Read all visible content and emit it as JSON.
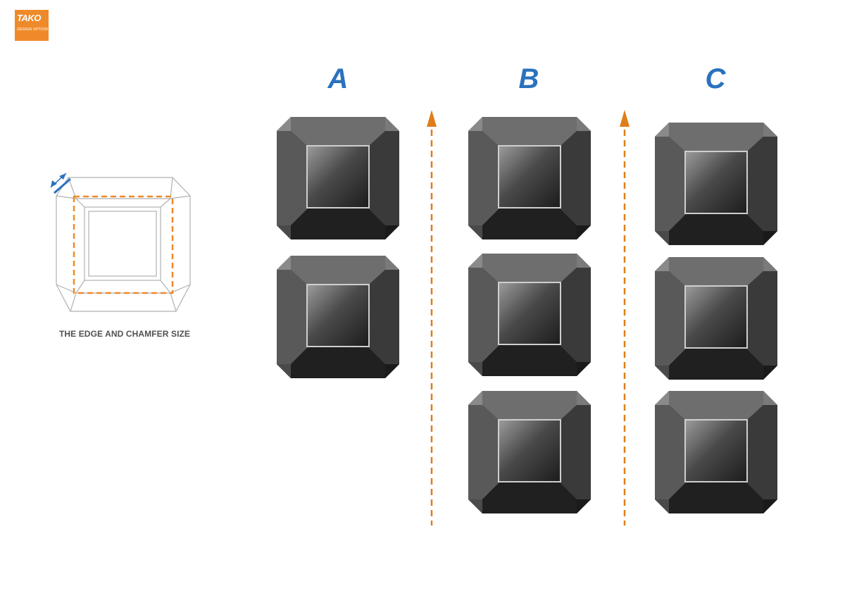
{
  "logo": {
    "brand": "TAKO",
    "subtitle": "DESIGN OPTION",
    "color": "#ef8a2a"
  },
  "columns": [
    {
      "label": "A",
      "keys": 2
    },
    {
      "label": "B",
      "keys": 3
    },
    {
      "label": "C",
      "keys": 3
    }
  ],
  "schematic": {
    "caption": "THE EDGE AND CHAMFER SIZE",
    "icons": [
      "double-arrow-icon"
    ]
  },
  "colors": {
    "label": "#2a72be",
    "arrow": "#e07d1a",
    "guide": "#ef8a2a",
    "key_dark": "#252525",
    "key_mid": "#444444"
  }
}
